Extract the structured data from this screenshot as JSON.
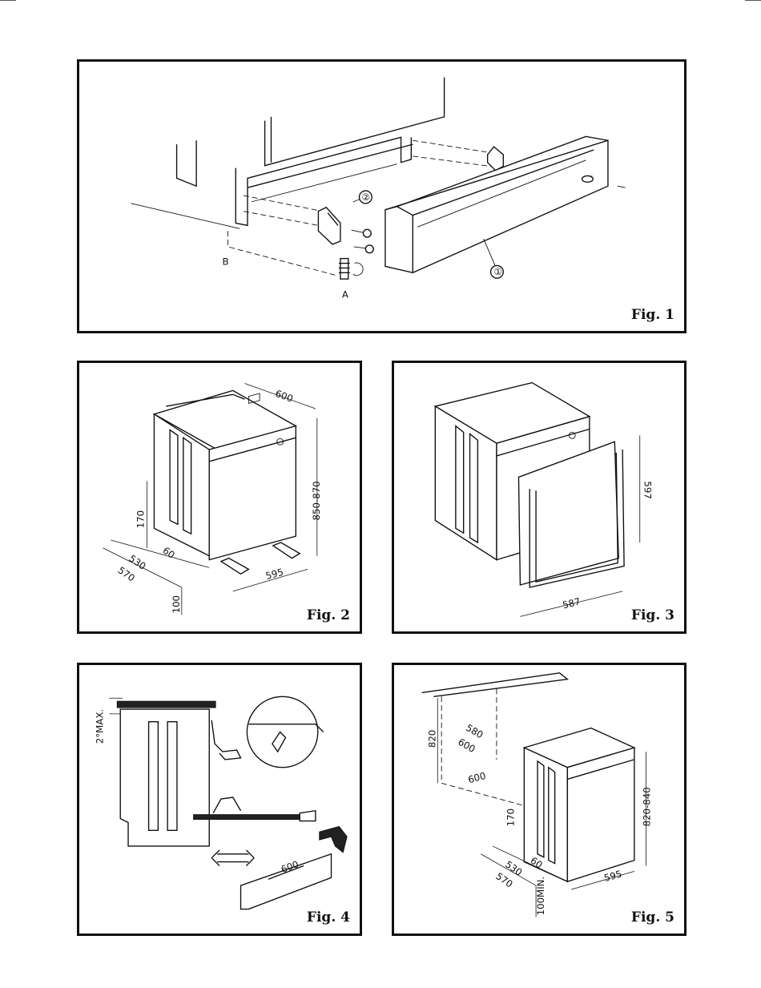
{
  "figures": {
    "fig1": {
      "caption": "Fig. 1",
      "labels": {
        "a": "A",
        "b": "B",
        "one": "①",
        "two": "②"
      }
    },
    "fig2": {
      "caption": "Fig. 2",
      "dims": {
        "width": "600",
        "height": "850-870",
        "d170": "170",
        "d60": "60",
        "d530": "530",
        "d570": "570",
        "d595": "595",
        "d100": "100"
      }
    },
    "fig3": {
      "caption": "Fig. 3",
      "dims": {
        "height": "597",
        "width": "587"
      }
    },
    "fig4": {
      "caption": "Fig. 4",
      "dims": {
        "angle": "2°MAX.",
        "width": "600"
      }
    },
    "fig5": {
      "caption": "Fig. 5",
      "dims": {
        "d820": "820",
        "d580": "580",
        "d600a": "600",
        "d600b": "600",
        "d820_840": "820-840",
        "d170": "170",
        "d60": "60",
        "d530": "530",
        "d570": "570",
        "d100": "100MIN.",
        "d595": "595"
      }
    }
  }
}
